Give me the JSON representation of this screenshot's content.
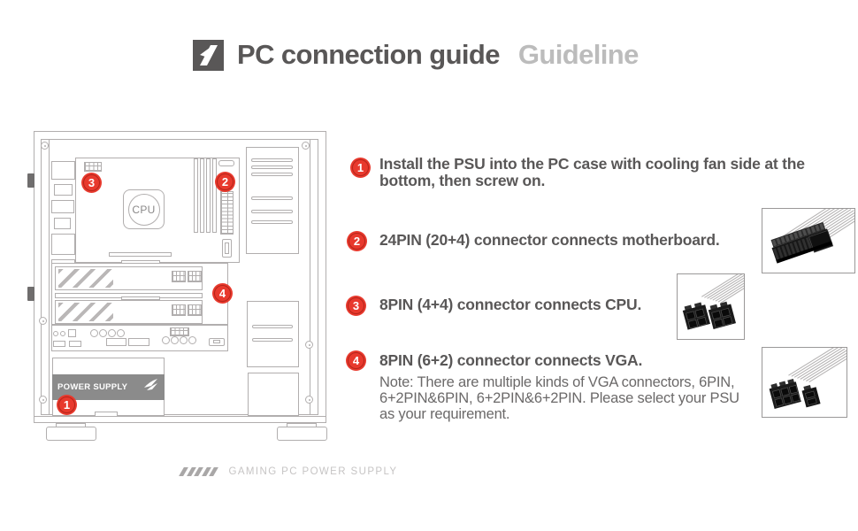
{
  "header": {
    "logo_icon": "1stplayer-brand-icon",
    "title": "PC connection guide",
    "subtitle": "Guideline"
  },
  "diagram": {
    "cpu_label": "CPU",
    "psu_label": "POWER SUPPLY",
    "psu_logo_icon": "wing-emblem-icon",
    "markers": [
      "1",
      "2",
      "3",
      "4"
    ]
  },
  "instructions": [
    {
      "num": "1",
      "text": "Install the PSU into the PC case with cooling fan side at the bottom, then screw on."
    },
    {
      "num": "2",
      "text": "24PIN (20+4) connector connects motherboard.",
      "image": "24pin-connector-image"
    },
    {
      "num": "3",
      "text": "8PIN (4+4) connector connects CPU.",
      "image": "8pin-4plus4-connector-image"
    },
    {
      "num": "4",
      "text": "8PIN (6+2) connector connects VGA.",
      "note": "Note: There are multiple kinds of VGA connectors, 6PIN, 6+2PIN&6PIN, 6+2PIN&6+2PIN. Please select your PSU as your requirement.",
      "image": "8pin-6plus2-connector-image"
    }
  ],
  "footer": {
    "text": "GAMING PC POWER SUPPLY"
  },
  "colors": {
    "accent_red": "#e8392d",
    "badge_ring": "#b5251a",
    "text_dark": "#595757",
    "text_light": "#bcbcbc",
    "diagram_line": "#b1aeae",
    "psu_band": "#8b8b8b",
    "footer_text": "#c6c4c4"
  }
}
